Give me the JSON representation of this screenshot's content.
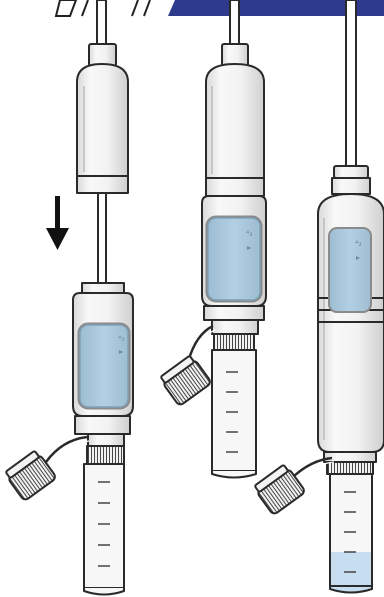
{
  "colors": {
    "background": "#ffffff",
    "banner": "#2e3a8c",
    "outline": "#2a2a2a",
    "body_fill": "#f6f6f6",
    "body_shade": "#e3e3e3",
    "liquid": "#aac9dd",
    "liquid_edge": "#7f9fb5",
    "window_frame": "#8a8a8a",
    "liquid_bottom": "#c6def0"
  },
  "icons": {
    "banner": "top-banner-stripe",
    "arrow": "down-arrow-icon",
    "cap": "threaded-cap-icon"
  },
  "scene": {
    "description_steps": [
      "insert-tube",
      "assembled",
      "sealed"
    ]
  }
}
